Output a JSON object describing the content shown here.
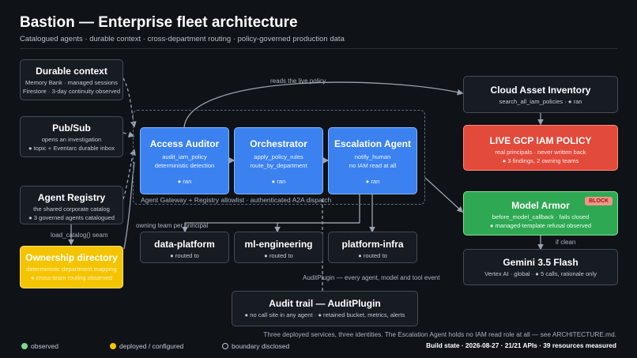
{
  "header": {
    "title": "Bastion — Enterprise fleet architecture",
    "subtitle": "Catalogued agents · durable context · cross-department routing · policy-governed production data"
  },
  "nodes": {
    "durable_context": {
      "title": "Durable context",
      "lines": [
        "Memory Bank · managed sessions",
        "Firestore · 3-day continuity observed"
      ]
    },
    "pubsub": {
      "title": "Pub/Sub",
      "lines": [
        "opens an investigation",
        "● topic + Eventarc durable inbox"
      ]
    },
    "agent_registry": {
      "title": "Agent Registry",
      "lines": [
        "the shared corporate catalog",
        "● 3 governed agents catalogued"
      ]
    },
    "ownership": {
      "title": "Ownership directory",
      "lines": [
        "deterministic department mapping",
        "● cross-team routing observed"
      ]
    },
    "access_auditor": {
      "title": "Access Auditor",
      "lines": [
        "audit_iam_policy",
        "deterministic detection"
      ],
      "status": "● ran"
    },
    "orchestrator": {
      "title": "Orchestrator",
      "lines": [
        "apply_policy_rules",
        "route_by_department"
      ],
      "status": "● ran"
    },
    "escalation": {
      "title": "Escalation Agent",
      "lines": [
        "notify_human",
        "no IAM read at all"
      ],
      "status": "● ran"
    },
    "data_platform": {
      "title": "data-platform",
      "lines": [
        "● routed to"
      ]
    },
    "ml_engineering": {
      "title": "ml-engineering",
      "lines": [
        "● routed to"
      ]
    },
    "platform_infra": {
      "title": "platform-infra",
      "lines": [
        "● routed to"
      ]
    },
    "audit_trail": {
      "title": "Audit trail — AuditPlugin",
      "lines": [
        "● no call site in any agent · ● retained bucket, metrics, alerts"
      ]
    },
    "cloud_asset": {
      "title": "Cloud Asset Inventory",
      "lines": [
        "search_all_iam_policies · ● ran"
      ]
    },
    "live_iam": {
      "title": "LIVE GCP IAM POLICY",
      "lines": [
        "real principals · never written back",
        "● 3 findings, 2 owning teams"
      ]
    },
    "model_armor": {
      "title": "Model Armor",
      "badge": "BLOCK",
      "lines": [
        "before_model_callback · fails closed",
        "● managed-template refusal observed"
      ]
    },
    "gemini": {
      "title": "Gemini 3.5 Flash",
      "lines": [
        "Vertex AI · global · ● 5 calls, rationale only"
      ]
    }
  },
  "gateway_label": "Agent Gateway + Registry allowlist · authenticated A2A dispatch",
  "edge_labels": {
    "reads_live_policy": "reads the live policy",
    "load_catalog": "load_catalog() seam",
    "owning_team": "owning team per principal",
    "auditplugin": "AuditPlugin — every agent, model and tool event",
    "if_clean": "if clean"
  },
  "legend": {
    "observed": "observed",
    "deployed": "deployed / configured",
    "boundary": "boundary disclosed"
  },
  "colors": {
    "observed": "#7bd88f",
    "deployed": "#f5c400",
    "blue": "#3b82f0",
    "red": "#e24a3b",
    "green": "#2fa854",
    "yellow": "#f5c400"
  },
  "footer": {
    "note": "Three deployed services, three identities. The Escalation Agent holds no IAM read role at all — see ARCHITECTURE.md.",
    "build_state": "Build state · 2026-08-27 · 21/21 APIs · 39 resources measured"
  }
}
